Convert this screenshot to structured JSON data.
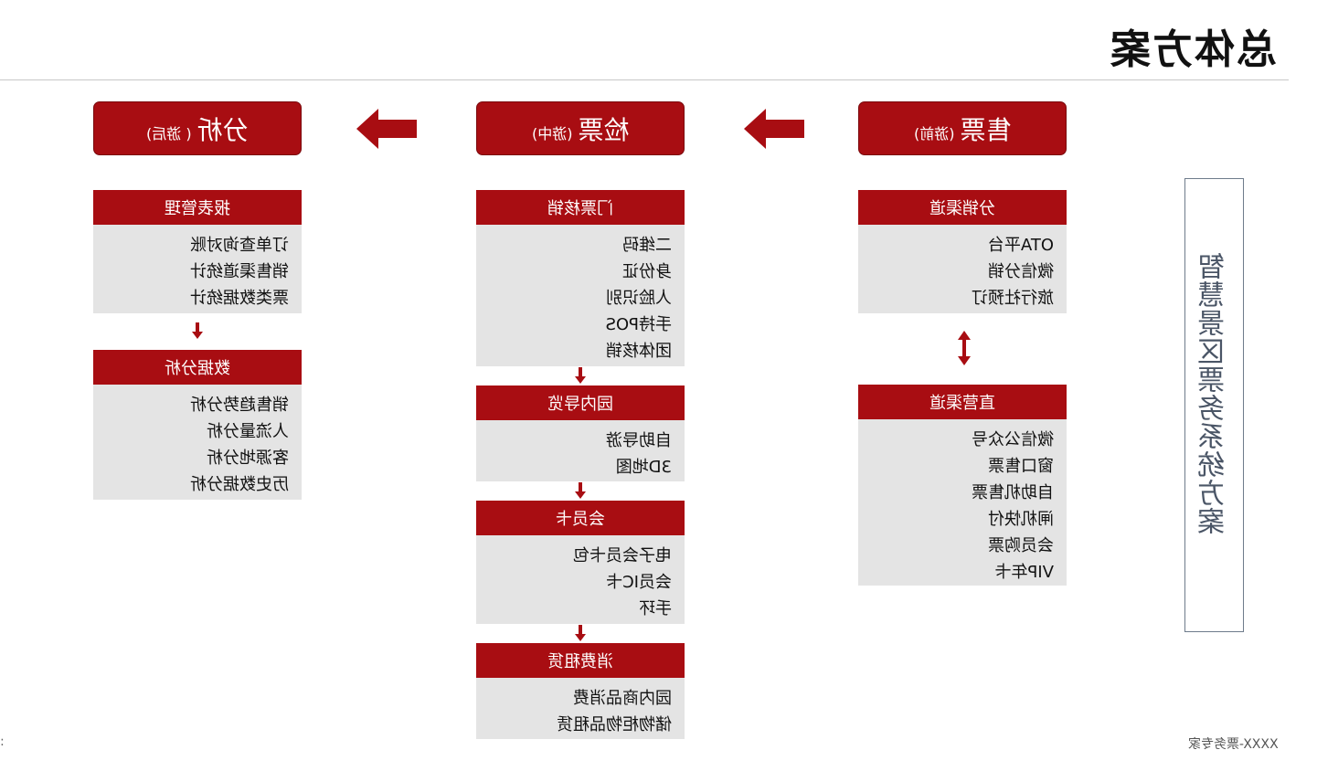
{
  "title": "总体方案",
  "footer": "XXXX-票务专家",
  "page_number": ":",
  "side_label": "智慧景区票务系统方案",
  "colors": {
    "accent": "#a80d12",
    "panel": "#e4e4e4",
    "side_border": "#6e7b8b"
  },
  "phases": [
    {
      "main": "售票",
      "sub": "(游前)",
      "cats": [
        {
          "name": "分销渠道",
          "items": [
            "OTA平台",
            "微信分销",
            "旅行社预订"
          ]
        },
        {
          "name": "直营渠道",
          "items": [
            "微信公众号",
            "窗口售票",
            "自助机售票",
            "闸机快付",
            "会员购票",
            "VIP年卡"
          ]
        }
      ]
    },
    {
      "main": "检票",
      "sub": "(游中)",
      "cats": [
        {
          "name": "门票核销",
          "items": [
            "二维码",
            "身份证",
            "人脸识别",
            "手持POS",
            "团体核销"
          ]
        },
        {
          "name": "园内导览",
          "items": [
            "自助导游",
            "3D地图"
          ]
        },
        {
          "name": "会员卡",
          "items": [
            "电子会员卡包",
            "会员IC卡",
            "手环"
          ]
        },
        {
          "name": "消费租赁",
          "items": [
            "园内商品消费",
            "储物柜物品租赁"
          ]
        }
      ]
    },
    {
      "main": "分析",
      "sub": "( 游后)",
      "cats": [
        {
          "name": "报表管理",
          "items": [
            "订单查询对账",
            "销售渠道统计",
            "票类数据统计"
          ]
        },
        {
          "name": "数据分析",
          "items": [
            "销售趋势分析",
            "人流量分析",
            "客源地分析",
            "历史数据分析"
          ]
        }
      ]
    }
  ]
}
